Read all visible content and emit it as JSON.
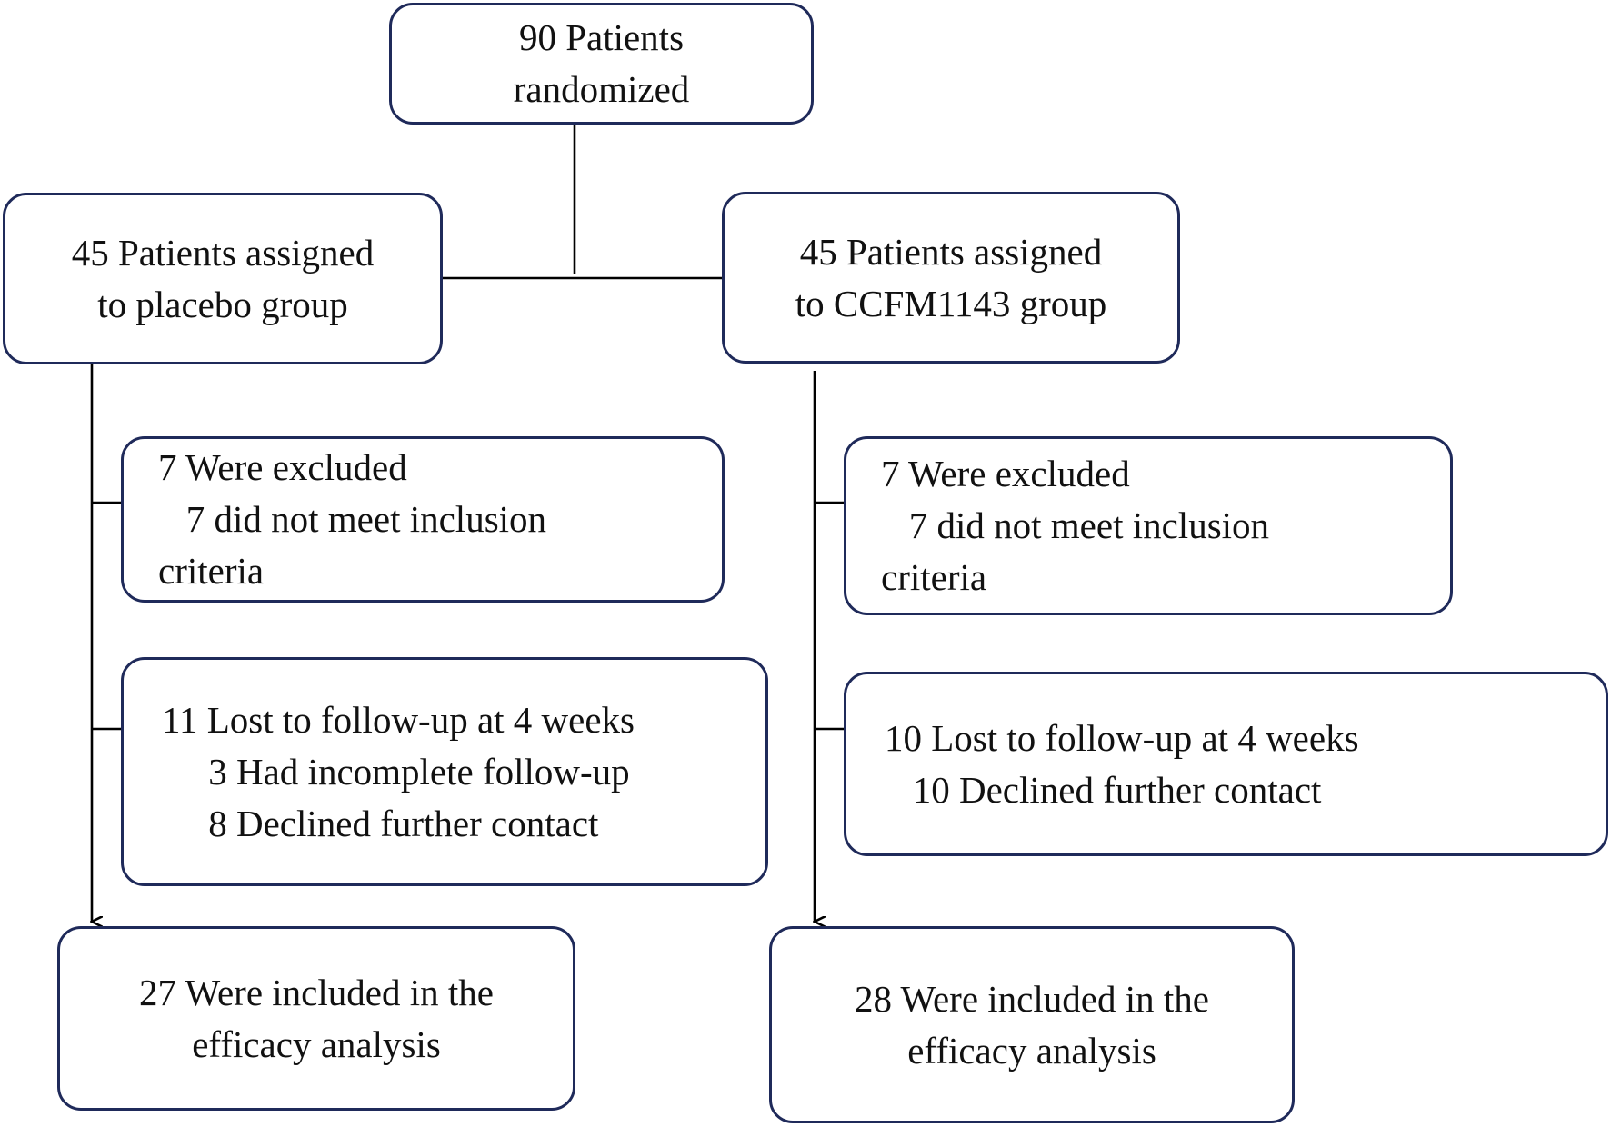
{
  "top": {
    "line1": "90 Patients",
    "line2": "randomized"
  },
  "placebo": {
    "line1": "45 Patients assigned",
    "line2": "to placebo group"
  },
  "treatment": {
    "line1": "45 Patients assigned",
    "line2": "to CCFM1143 group"
  },
  "placebo_excluded": {
    "line1": "7 Were excluded",
    "line2": "   7 did not meet inclusion",
    "line3": "criteria"
  },
  "treatment_excluded": {
    "line1": "7 Were excluded",
    "line2": "   7 did not meet inclusion",
    "line3": "criteria"
  },
  "placebo_lost": {
    "line1": "11 Lost to follow-up at 4 weeks",
    "line2": "     3 Had incomplete follow-up",
    "line3": "     8 Declined further contact"
  },
  "treatment_lost": {
    "line1": "10 Lost to follow-up at 4 weeks",
    "line2": "   10 Declined further contact"
  },
  "placebo_included": {
    "line1": "27 Were included in the",
    "line2": "efficacy analysis"
  },
  "treatment_included": {
    "line1": "28 Were included in the",
    "line2": "efficacy analysis"
  }
}
